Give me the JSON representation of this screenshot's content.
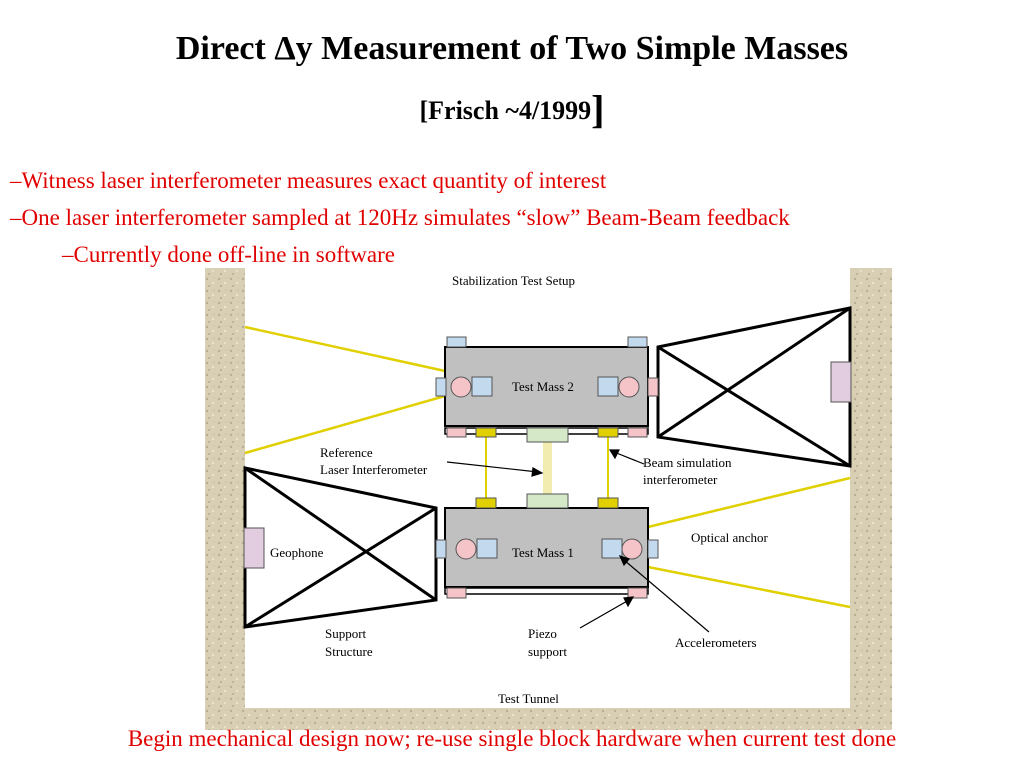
{
  "slide": {
    "title_prefix": "Direct ",
    "title_symbol": "Δ",
    "title_suffix": "y Measurement of Two Simple Masses",
    "subtitle_text": "[Frisch ~4/1999",
    "subtitle_bracket": "]"
  },
  "bullets": [
    "–Witness laser interferometer measures exact quantity of interest",
    "–One laser interferometer sampled at 120Hz simulates “slow” Beam-Beam feedback",
    "–Currently done off-line in software"
  ],
  "diagram": {
    "title": "Stabilization Test Setup",
    "labels": {
      "test_mass_2": "Test Mass 2",
      "test_mass_1": "Test Mass 1",
      "reference_1": "Reference",
      "reference_2": "Laser Interferometer",
      "beam_sim_1": "Beam simulation",
      "beam_sim_2": "interferometer",
      "optical_anchor": "Optical anchor",
      "geophone": "Geophone",
      "support_1": "Support",
      "support_2": "Structure",
      "piezo_1": "Piezo",
      "piezo_2": "support",
      "accelerometers": "Accelerometers",
      "test_tunnel": "Test Tunnel"
    }
  },
  "footer": "Begin mechanical design now; re-use single block hardware when current test done",
  "colors": {
    "bullet_text": "#e00000",
    "tunnel_wall": "#d9cfb4",
    "mass_gray": "#c0c0c0",
    "laser_yellow": "#e0d000",
    "pink_pad": "#f5c4c8",
    "blue_box": "#c3d9ee",
    "geophone_purple": "#e2cde0"
  }
}
